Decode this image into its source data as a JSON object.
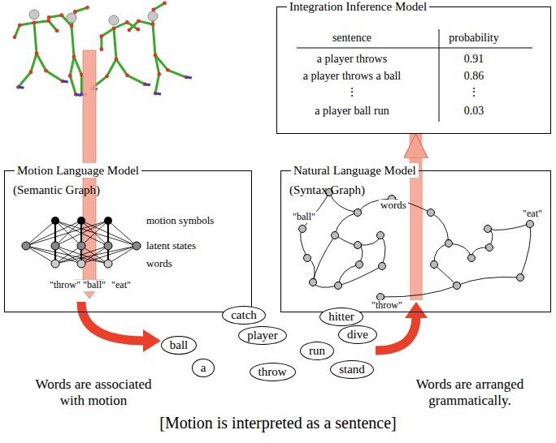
{
  "diagram": {
    "caption": "[Motion is interpreted as a sentence]",
    "nodes": [
      {
        "text": [
          "Integration Inference Model"
        ]
      },
      {
        "text": [
          "Motion Language Model",
          "(Semantic Graph)"
        ]
      },
      {
        "text": [
          "Natural Language Model",
          "(Syntax Graph)"
        ]
      },
      {
        "text": [
          "catch"
        ]
      },
      {
        "text": [
          "hitter"
        ]
      },
      {
        "text": [
          "ball"
        ]
      },
      {
        "text": [
          "player"
        ]
      },
      {
        "text": [
          "dive"
        ]
      },
      {
        "text": [
          "run"
        ]
      },
      {
        "text": [
          "a"
        ]
      },
      {
        "text": [
          "throw"
        ]
      },
      {
        "text": [
          "stand"
        ]
      }
    ],
    "edges": [
      {
        "from": 2,
        "to": 0,
        "arrow": "to"
      }
    ],
    "labels": [
      "sentence",
      "probability",
      "a player throws",
      "0.91",
      "a player throws a ball",
      "0.86",
      "⋮",
      "⋮",
      "a player ball run",
      "0.03",
      "motion symbols",
      "latent states",
      "words",
      "\"throw\"",
      "\"ball\"",
      "\"eat\"",
      "words",
      "\"ball\"",
      "\"eat\"",
      "\"throw\"",
      "Words are associated with motion",
      "Words are arranged grammatically."
    ]
  }
}
